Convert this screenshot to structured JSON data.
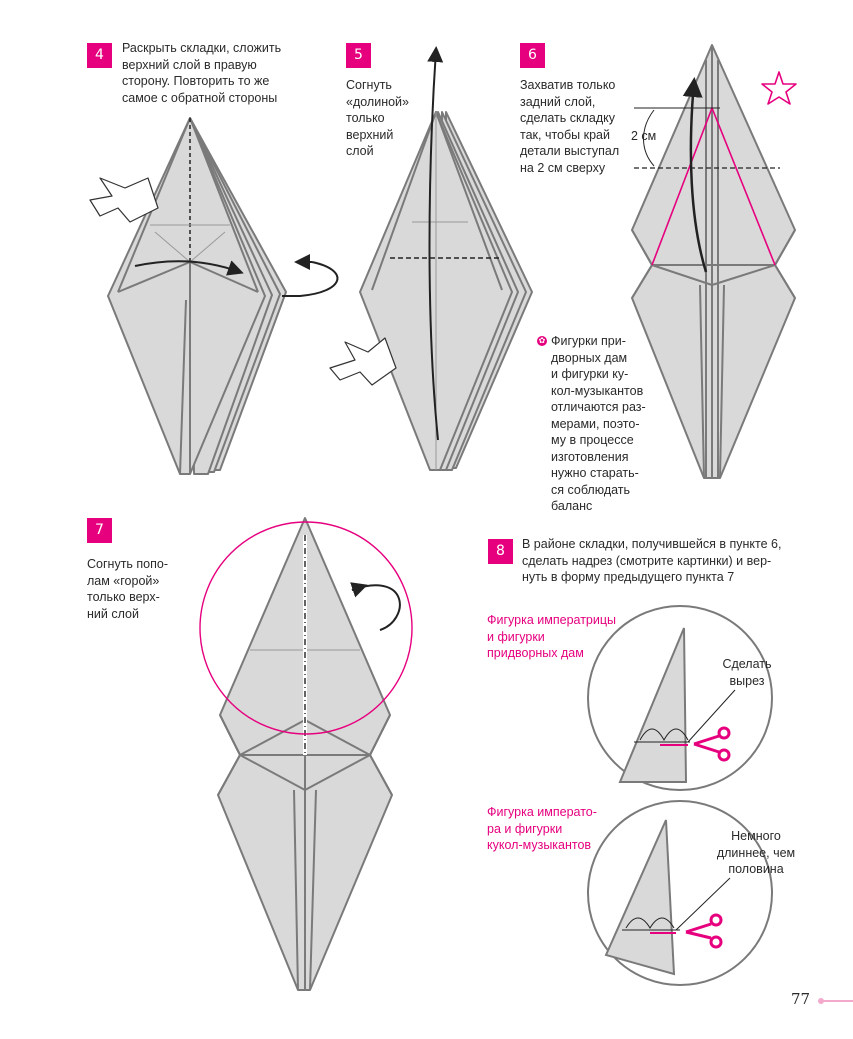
{
  "steps": [
    {
      "number": "4",
      "lines": [
        "Раскрыть складки, сложить",
        "верхний слой в правую",
        "сторону. Повторить то же",
        "самое с обратной стороны"
      ]
    },
    {
      "number": "5",
      "lines": [
        "Согнуть",
        "«долиной»",
        "только",
        "верхний",
        "слой"
      ]
    },
    {
      "number": "6",
      "lines": [
        "Захватив только",
        "задний слой,",
        "сделать складку",
        "так, чтобы край",
        "детали выступал",
        "на 2 см сверху"
      ]
    },
    {
      "number": "7",
      "lines": [
        "Согнуть попо-",
        "лам «горой»",
        "только верх-",
        "ний слой"
      ]
    },
    {
      "number": "8",
      "lines": [
        "В районе складки, получившейся в пункте 6,",
        "сделать надрез (смотрите картинки) и вер-",
        "нуть в форму предыдущего пункта 7"
      ]
    }
  ],
  "note": {
    "lines": [
      "Фигурки при-",
      "дворных дам",
      "и фигурки ку-",
      "кол-музыкантов",
      "отличаются раз-",
      "мерами, поэто-",
      "му в процессе",
      "изготовления",
      "нужно старать-",
      "ся соблюдать",
      "баланс"
    ]
  },
  "measure_label": "2 см",
  "variant_a": {
    "caption": [
      "Фигурка императрицы",
      "и фигурки",
      "придворных дам"
    ],
    "instruction": [
      "Сделать",
      "вырез"
    ]
  },
  "variant_b": {
    "caption": [
      "Фигурка императо-",
      "ра и фигурки",
      "кукол-музыкантов"
    ],
    "instruction": [
      "Немного",
      "длиннее, чем",
      "половина"
    ]
  },
  "page_number": "77",
  "colors": {
    "accent": "#e6007e",
    "paper": "#d9d9d9",
    "outline": "#7a7a7a"
  }
}
